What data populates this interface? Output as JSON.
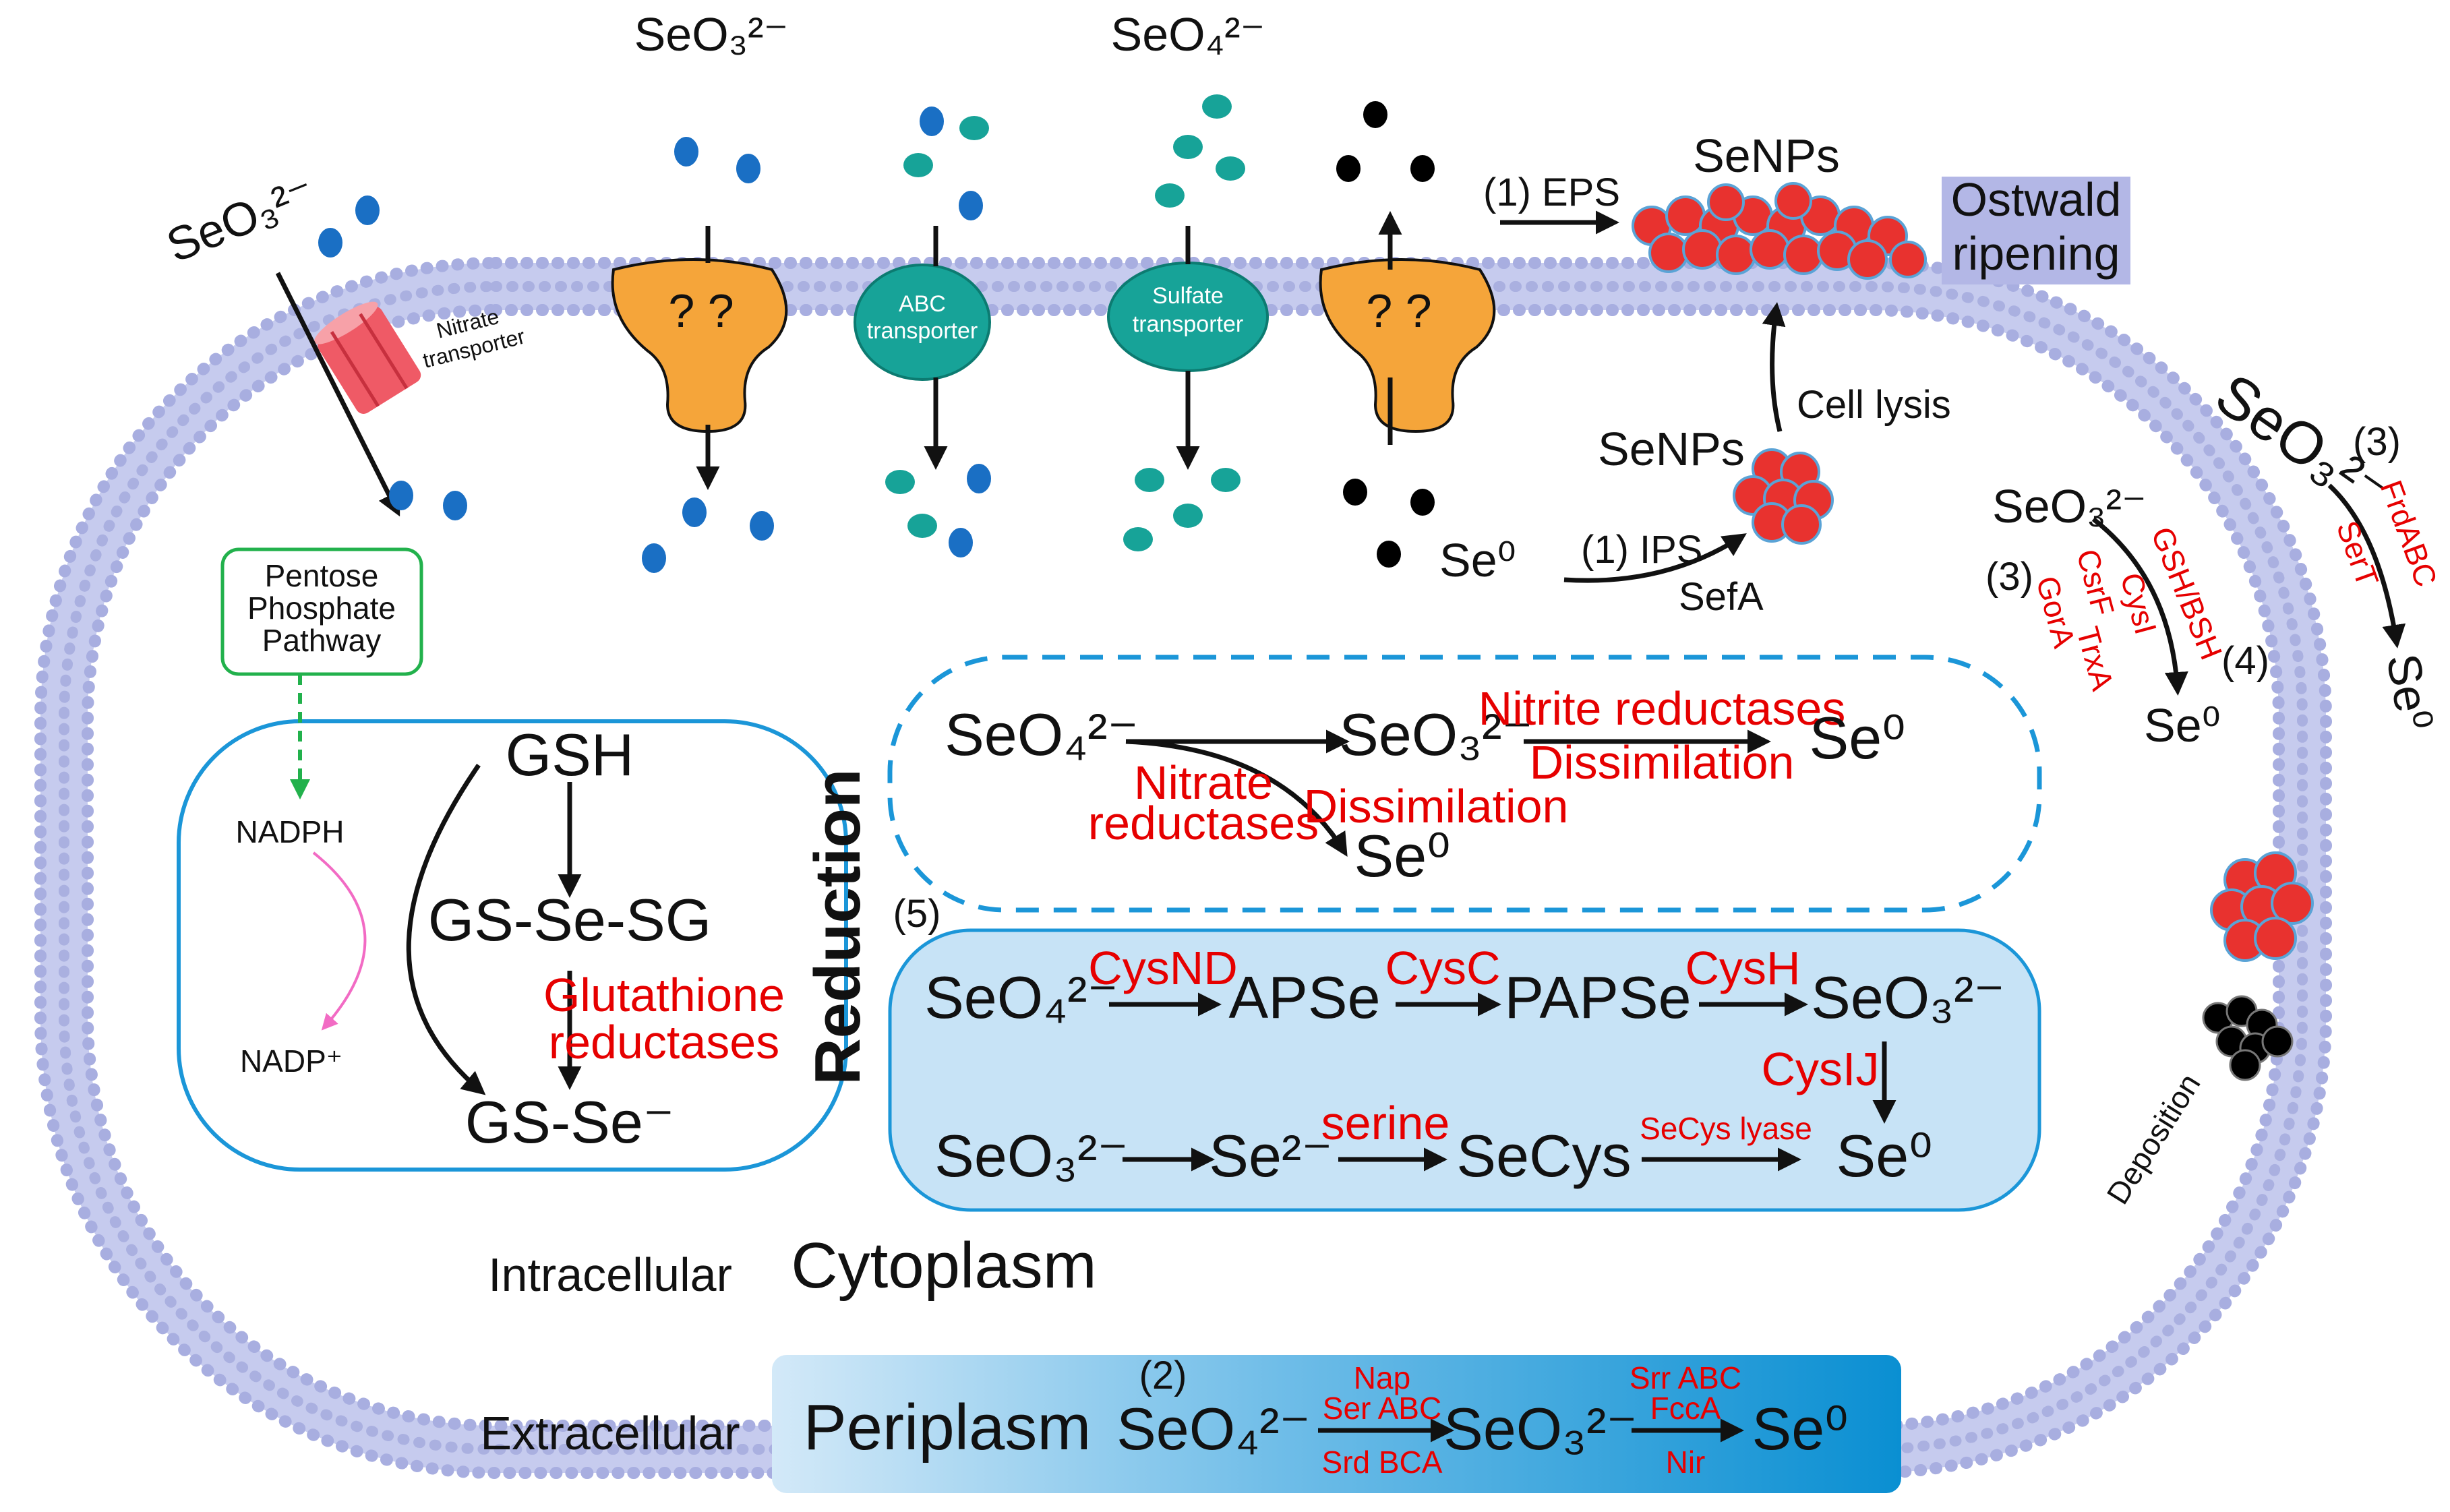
{
  "colors": {
    "membrane_head": "#aab0e0",
    "membrane_tail": "#c6cbee",
    "selenite_ion": "#1a6fc4",
    "selenate_ion": "#17a398",
    "elemental_se": "#000000",
    "senps": "#e8322f",
    "enzyme_text": "#e60000",
    "ostwald_box": "#b3b7e6",
    "reduction_box": "#c7e3f6",
    "periplasm_gradient_start": "#cfe6f7",
    "periplasm_gradient_end": "#0a8fd2"
  },
  "top": {
    "seo3_label": "SeO₃²⁻",
    "seo4_label": "SeO₄²⁻",
    "seo3_left_label": "SeO₃²⁻",
    "nitrate_transporter": [
      "Nitrate",
      "transporter"
    ],
    "unknown1": "? ?",
    "abc_transporter": [
      "ABC",
      "transporter"
    ],
    "sulfate_transporter": [
      "Sulfate",
      "transporter"
    ],
    "unknown2": "? ?",
    "eps_label": "(1) EPS",
    "senps_top": "SeNPs",
    "ostwald": [
      "Ostwald",
      "ripening"
    ]
  },
  "ips": {
    "senps_label": "SeNPs",
    "cell_lysis": "Cell lysis",
    "se0": "Se⁰",
    "ips_label": "(1) IPS",
    "sefa": "SefA"
  },
  "right": {
    "seo3_rot": "SeO₃²⁻",
    "num3a": "(3)",
    "frdabc": "FrdABC",
    "sert": "SerT",
    "se0_rot": "Se⁰",
    "seo3": "SeO₃²⁻",
    "num3b": "(3)",
    "csrf": "CsrF",
    "cysi": "CysI",
    "gora": "GorA",
    "trxa": "TrxA",
    "gsh_bsh": "GSH/BSH",
    "num4": "(4)",
    "se0": "Se⁰",
    "deposition": "Deposition"
  },
  "gsh": {
    "ppp": [
      "Pentose",
      "Phosphate",
      "Pathway"
    ],
    "nadph": "NADPH",
    "nadp": "NADP⁺",
    "gsh": "GSH",
    "gssg": "GS-Se-SG",
    "glut": [
      "Glutathione",
      "reductases"
    ],
    "gsse": "GS-Se⁻"
  },
  "dissim": {
    "seo4": "SeO₄²⁻",
    "seo3": "SeO₃²⁻",
    "nitrite": "Nitrite reductases",
    "dissim1": "Dissimilation",
    "se0a": "Se⁰",
    "nitrate_red": [
      "Nitrate",
      "reductases"
    ],
    "dissim2": "Dissimilation",
    "se0b": "Se⁰"
  },
  "reduction_label": "Reduction",
  "assim": {
    "num5": "(5)",
    "seo4": "SeO₄²⁻",
    "cysnd": "CysND",
    "apse": "APSe",
    "cysc": "CysC",
    "papse": "PAPSe",
    "cysh": "CysH",
    "seo3": "SeO₃²⁻",
    "cysij": "CysIJ",
    "seo3b": "SeO₃²⁻",
    "se2": "Se²⁻",
    "serine": "serine",
    "secys": "SeCys",
    "secys_lyase": "SeCys lyase",
    "se0": "Se⁰"
  },
  "bottom": {
    "intracellular": "Intracellular",
    "cytoplasm": "Cytoplasm",
    "extracellular": "Extracellular",
    "periplasm": "Periplasm",
    "num2": "(2)",
    "seo4": "SeO₄²⁻",
    "nap": "Nap",
    "serabc": "Ser ABC",
    "srdbca": "Srd BCA",
    "seo3": "SeO₃²⁻",
    "srrabc": "Srr ABC",
    "fcca": "FccA",
    "nir": "Nir",
    "se0": "Se⁰"
  }
}
